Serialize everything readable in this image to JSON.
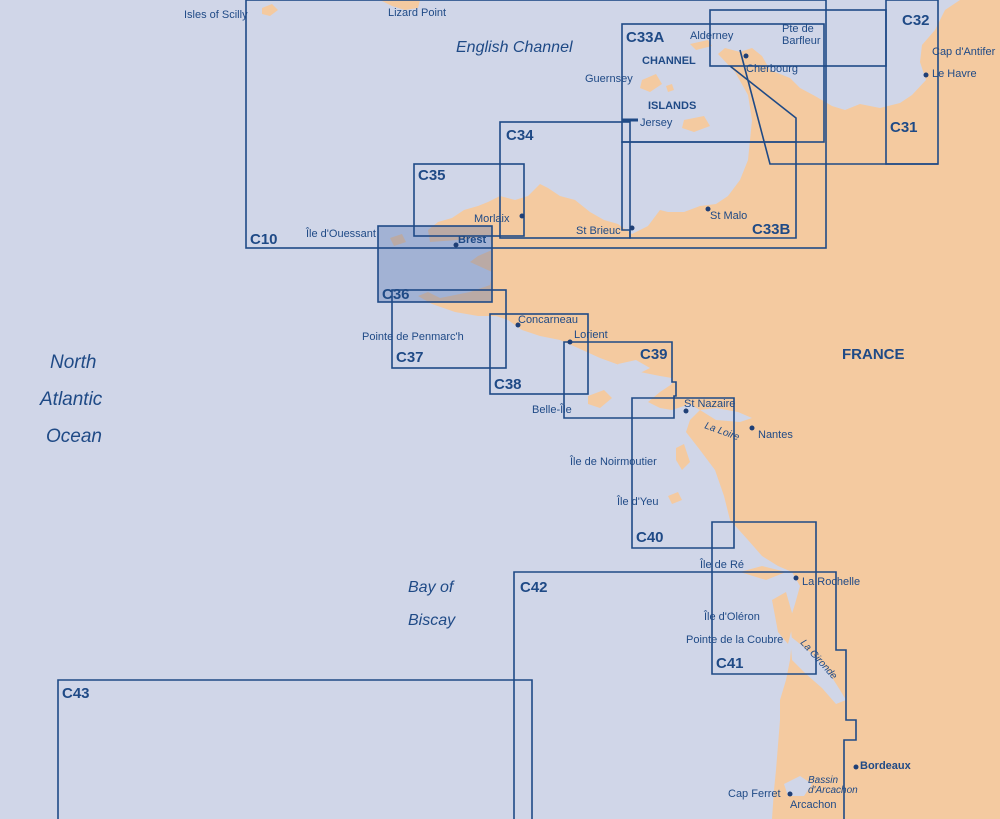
{
  "map": {
    "colors": {
      "sea": "#d0d6e8",
      "land": "#f4caa0",
      "chart_outline": "#1f4a86",
      "label": "#1f4a86"
    },
    "sea_labels": {
      "english_channel": "English Channel",
      "north": "North",
      "atlantic": "Atlantic",
      "ocean": "Ocean",
      "bay_of": "Bay of",
      "biscay": "Biscay",
      "channel": "CHANNEL",
      "islands": "ISLANDS"
    },
    "country": "FRANCE",
    "charts": [
      "C10",
      "C31",
      "C32",
      "C33A",
      "C33B",
      "C34",
      "C35",
      "C36",
      "C37",
      "C38",
      "C39",
      "C40",
      "C41",
      "C42",
      "C43"
    ],
    "places": {
      "isles_of_scilly": "Isles of Scilly",
      "lizard_point": "Lizard Point",
      "alderney": "Alderney",
      "pte_de": "Pte de",
      "barfleur": "Barfleur",
      "cherbourg": "Cherbourg",
      "cap_d_antifer": "Cap d'Antifer",
      "le_havre": "Le Havre",
      "guernsey": "Guernsey",
      "jersey": "Jersey",
      "morlaix": "Morlaix",
      "st_malo": "St Malo",
      "st_brieuc": "St Brieuc",
      "ile_d_ouessant": "Île d'Ouessant",
      "brest": "Brest",
      "pointe_de_penmarch": "Pointe de Penmarc'h",
      "concarneau": "Concarneau",
      "lorient": "Lorient",
      "belle_ile": "Belle-Île",
      "st_nazaire": "St Nazaire",
      "nantes": "Nantes",
      "ile_de_noirmoutier": "Île de Noirmoutier",
      "ile_d_yeu": "Île d'Yeu",
      "ile_de_re": "Île de Ré",
      "la_rochelle": "La Rochelle",
      "ile_d_oleron": "Île d'Oléron",
      "pointe_de_la_coubre": "Pointe de la Coubre",
      "bordeaux": "Bordeaux",
      "bassin": "Bassin",
      "d_arcachon": "d'Arcachon",
      "cap_ferret": "Cap Ferret",
      "arcachon": "Arcachon"
    },
    "rivers": {
      "la_loire": "La Loire",
      "la_gironde": "La Gironde"
    }
  }
}
